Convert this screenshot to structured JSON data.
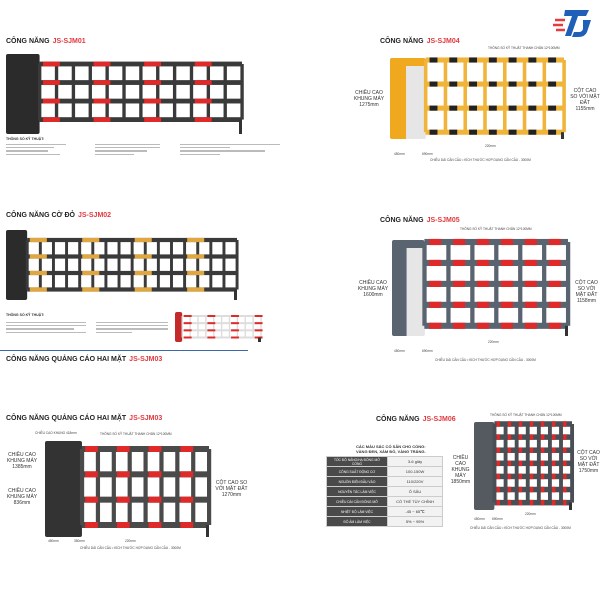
{
  "logo": {
    "text": "TG",
    "colors": [
      "#e53b3b",
      "#1f5fb8"
    ]
  },
  "spec_heading": "THÔNG SỐ KỸ THUẬT:",
  "dim_labels": {
    "boom_spec": "THÔNG SỐ KỸ THUẬT THANH CHẮN 12*100MM",
    "length_note": "CHIỀU DÀI CẦN CẦU • KÍCH THƯỚC HỢP DỤNG CẦN CẦU - 3000M",
    "cab_height": "CHIỀU CAO KHUNG MÁY",
    "post_height": "CỘT CAO SO VỚI MẶT ĐẤT"
  },
  "panels": {
    "sjm01": {
      "prefix": "CÔNG NĂNG",
      "model": "JS-SJM01",
      "colors": {
        "bar": "#3a3a3a",
        "accent": "#e02a2a",
        "cabinet": "#2b2b2b"
      }
    },
    "sjm04": {
      "prefix": "CÔNG NĂNG",
      "model": "JS-SJM04",
      "colors": {
        "bar": "#f0b43a",
        "accent": "#222",
        "cabinet": "#f0a81e"
      },
      "cab_h": "1275mm",
      "post_h": "1155mm",
      "w1": "450mm",
      "w2": "690mm",
      "gap": "220mm"
    },
    "sjm02": {
      "prefix": "CÔNG NĂNG CỜ ĐỎ",
      "model": "JS-SJM02",
      "colors": {
        "bar": "#3a3a3a",
        "accent": "#e0a640",
        "cabinet": "#2b2b2b"
      }
    },
    "sjm05": {
      "prefix": "CÔNG NĂNG",
      "model": "JS-SJM05",
      "colors": {
        "bar": "#5a6470",
        "accent": "#e02a2a",
        "cabinet": "#5a6470"
      },
      "cab_h": "1600mm",
      "post_h": "1158mm",
      "w1": "450mm",
      "w2": "690mm",
      "gap": "220mm"
    },
    "sjm03_header": {
      "prefix": "CÔNG NĂNG QUẢNG CÁO HAI MẶT",
      "model": "JS-SJM03"
    },
    "sjm03": {
      "prefix": "CÔNG NĂNG QUẢNG CÁO HAI MẶT",
      "model": "JS-SJM03",
      "colors": {
        "bar": "#4a4a4a",
        "accent": "#e02a2a",
        "cabinet": "#333"
      },
      "top_h": "CHIỀU CAO KHUNG 418mm",
      "cab_h": "1385mm",
      "screen_h": "836mm",
      "post_h": "1270mm",
      "w1": "450mm",
      "w2": "350mm",
      "gap": "220mm"
    },
    "sjm06": {
      "prefix": "CÔNG NĂNG",
      "model": "JS-SJM06",
      "colors": {
        "bar": "#4a4f55",
        "accent": "#e02a2a",
        "cabinet": "#555a60"
      },
      "cab_h": "1850mm",
      "post_h": "1750mm",
      "w1": "450mm",
      "w2": "690mm",
      "gap": "220mm",
      "colors_note": [
        "CÁC MÀU SẮC CÓ SẴN CHO CỔNG:",
        "VÀNG ĐEN, XÁM ĐỎ, VÀNG TRẮNG."
      ],
      "table": [
        {
          "label": "TỐC ĐỘ NÂNG/HẠ ĐÓNG MỞ CỔNG",
          "value": "3-6 giây"
        },
        {
          "label": "CÔNG SUẤT ĐỘNG CƠ",
          "value": "100-150W"
        },
        {
          "label": "NGUỒN ĐIỆN ĐẦU VÀO",
          "value": "110/220V"
        },
        {
          "label": "NGUYÊN TẮC LÀM VIỆC",
          "value": "Ô SÂU"
        },
        {
          "label": "CHIỀU DÀI CẦN ĐÓNG MỞ",
          "value": "CÓ THỂ TÙY CHỈNH"
        },
        {
          "label": "NHIỆT ĐỘ LÀM VIỆC",
          "value": "-45 ~ 65℃"
        },
        {
          "label": "ĐỘ ẨM LÀM VIỆC",
          "value": "5% ~ 95%"
        }
      ]
    }
  }
}
